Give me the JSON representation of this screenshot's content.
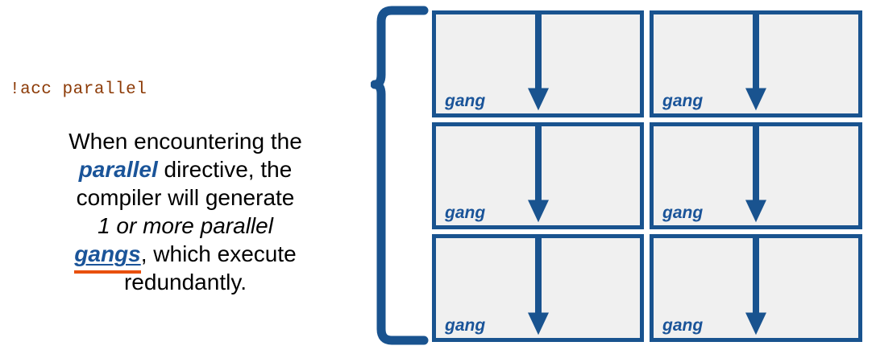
{
  "slide": {
    "background_color": "#FFFFFF",
    "accent_blue": "#1A5499",
    "border_blue": "#19538F",
    "cell_fill": "#F0F0F0",
    "code_brown": "#8C3A06",
    "highlight_orange": "#E8500E"
  },
  "code": {
    "directive": "!acc parallel"
  },
  "description": {
    "line1_prefix": "When encountering the",
    "emphasis_parallel": "parallel",
    "line2_suffix": " directive, the",
    "line3": "compiler will generate",
    "emphasis_count": "1 or more parallel",
    "emphasis_gangs": "gangs",
    "line5_suffix": ", which execute",
    "line6": "redundantly."
  },
  "brace": {
    "name": "left-curly-brace",
    "color": "#19538F",
    "orientation": "left"
  },
  "grid": {
    "rows": 3,
    "columns": 2,
    "arrow_icon": "down-arrow-icon",
    "cells": [
      {
        "label": "gang",
        "row": 0,
        "col": 0
      },
      {
        "label": "gang",
        "row": 0,
        "col": 1
      },
      {
        "label": "gang",
        "row": 1,
        "col": 0
      },
      {
        "label": "gang",
        "row": 1,
        "col": 1
      },
      {
        "label": "gang",
        "row": 2,
        "col": 0
      },
      {
        "label": "gang",
        "row": 2,
        "col": 1
      }
    ]
  }
}
